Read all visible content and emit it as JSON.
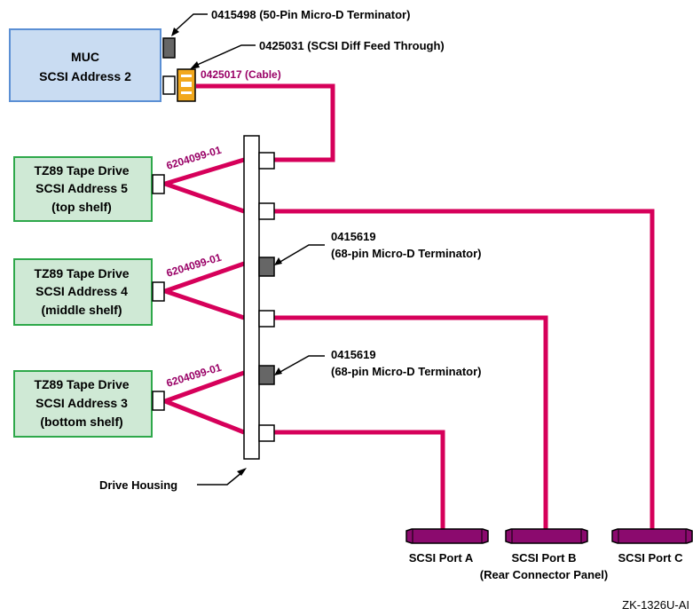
{
  "colors": {
    "cable": "#d6005a",
    "cable_label": "#990066",
    "muc_fill": "#c9dcf2",
    "muc_border": "#5b8fd4",
    "drive_fill": "#cfe9d5",
    "drive_border": "#2ea84a",
    "feedthrough": "#f2a81d",
    "terminator": "#666666",
    "port": "#8b0a6e"
  },
  "muc": {
    "line1": "MUC",
    "line2": "SCSI Address 2"
  },
  "drives": [
    {
      "line1": "TZ89 Tape Drive",
      "line2": "SCSI Address 5",
      "line3": "(top shelf)",
      "cable_label": "6204099-01"
    },
    {
      "line1": "TZ89 Tape Drive",
      "line2": "SCSI Address 4",
      "line3": "(middle shelf)",
      "cable_label": "6204099-01"
    },
    {
      "line1": "TZ89 Tape Drive",
      "line2": "SCSI Address 3",
      "line3": "(bottom shelf)",
      "cable_label": "6204099-01"
    }
  ],
  "callouts": {
    "muc_terminator": "0415498 (50-Pin Micro-D Terminator)",
    "feed_through": "0425031 (SCSI Diff Feed Through)",
    "cable": "0425017 (Cable)",
    "terminator_1_part": "0415619",
    "terminator_1_desc": "(68-pin Micro-D Terminator)",
    "terminator_2_part": "0415619",
    "terminator_2_desc": "(68-pin Micro-D Terminator)",
    "drive_housing": "Drive Housing"
  },
  "ports": {
    "a": "SCSI Port A",
    "b": "SCSI Port B",
    "c": "SCSI Port C",
    "panel": "(Rear Connector Panel)"
  },
  "figure_id": "ZK-1326U-AI",
  "icons": [
    "terminator-icon",
    "feed-through-icon",
    "connector-icon",
    "scsi-port-icon"
  ]
}
